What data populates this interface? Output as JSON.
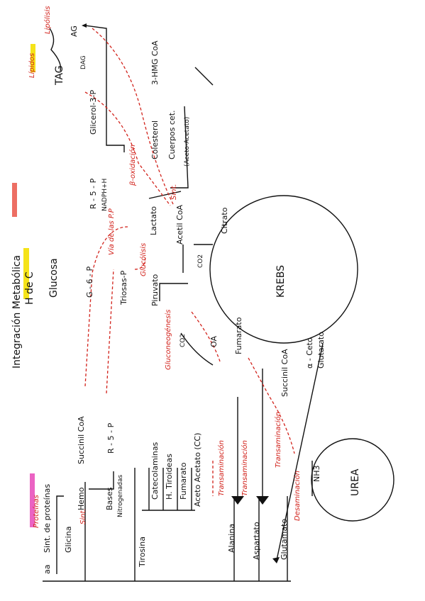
{
  "title": "Integración Metabólica",
  "subtitle": "H de C",
  "glucosa": {
    "glucosa": "Glucosa",
    "g6p": "G - 6 - P",
    "r5p": "R - 5 - P",
    "nadph": "NADPH+H",
    "via": "Vía de las P.P",
    "triosas": "Triosas-P",
    "glucolisis": "Glucólisis",
    "gluconeogenesis": "Gluconeogénesis",
    "piruvato": "Piruvato",
    "lactato": "Lactato",
    "acetilcoa": "Acetil CoA",
    "co2a": "CO2",
    "co2b": "CO2",
    "oa": "OA"
  },
  "krebs": {
    "label": "KREBS",
    "citrato": "Citrato",
    "fumarato": "Fumarato",
    "succinilcoa": "Succinil CoA",
    "aceto": "α - Ceto",
    "glutarato": "Glutarato"
  },
  "lipidos": {
    "header": "Lípidos",
    "tag": "TAG",
    "lipolisis": "Lipólisis",
    "ag": "AG",
    "dag": "DAG",
    "glicerol": "Glicerol-3-P",
    "boxidacion": "β-oxidación",
    "sint": "Sint.",
    "colesterol": "Colesterol",
    "hmg": "3-HMG CoA",
    "cuerpos": "Cuerpos cet.",
    "acetoacetato": "(Aceto-Acetato)"
  },
  "proteinas": {
    "header": "Proteínas",
    "aa": "aa",
    "sintprot": "Sint. de proteínas",
    "glicina": "Glicina",
    "sint": "Sint.",
    "hemo": "Hemo",
    "succinilcoa": "Succinil CoA",
    "bases": "Bases",
    "nitrogenadas": "Nitrogenadas",
    "r5p": "R - 5 - P",
    "tirosina": "Tirosina",
    "catecolaminas": "Catecolaminas",
    "tiroideas": "H. Tiroideas",
    "fumarato": "Fumarato",
    "acetoacetato": "Aceto Acetato (CC)",
    "alanina": "Alanina",
    "aspartato": "Aspartato",
    "glutamato": "Glutamato",
    "transaminacion1": "Transaminación",
    "transaminacion2": "Transaminación",
    "transaminacion3": "Transaminación",
    "desaminacion": "Desaminación",
    "nh3": "NH3",
    "urea": "UREA"
  },
  "colors": {
    "red": "#d2231c",
    "yellow": "#f4e000",
    "magenta": "#e63cb4",
    "ink": "#111111"
  }
}
